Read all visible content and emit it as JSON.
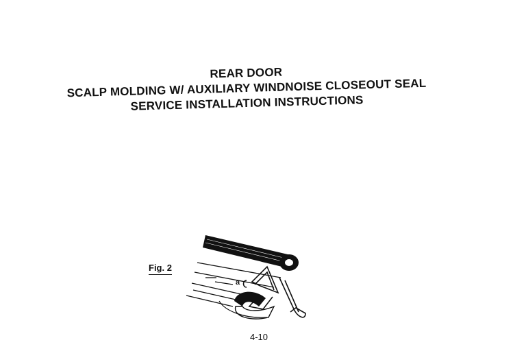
{
  "document": {
    "title_lines": [
      "REAR DOOR",
      "SCALP MOLDING W/ AUXILIARY WINDNOISE CLOSEOUT SEAL",
      "SERVICE INSTALLATION INSTRUCTIONS"
    ],
    "figure_label": "Fig. 2",
    "page_number": "4-10"
  }
}
